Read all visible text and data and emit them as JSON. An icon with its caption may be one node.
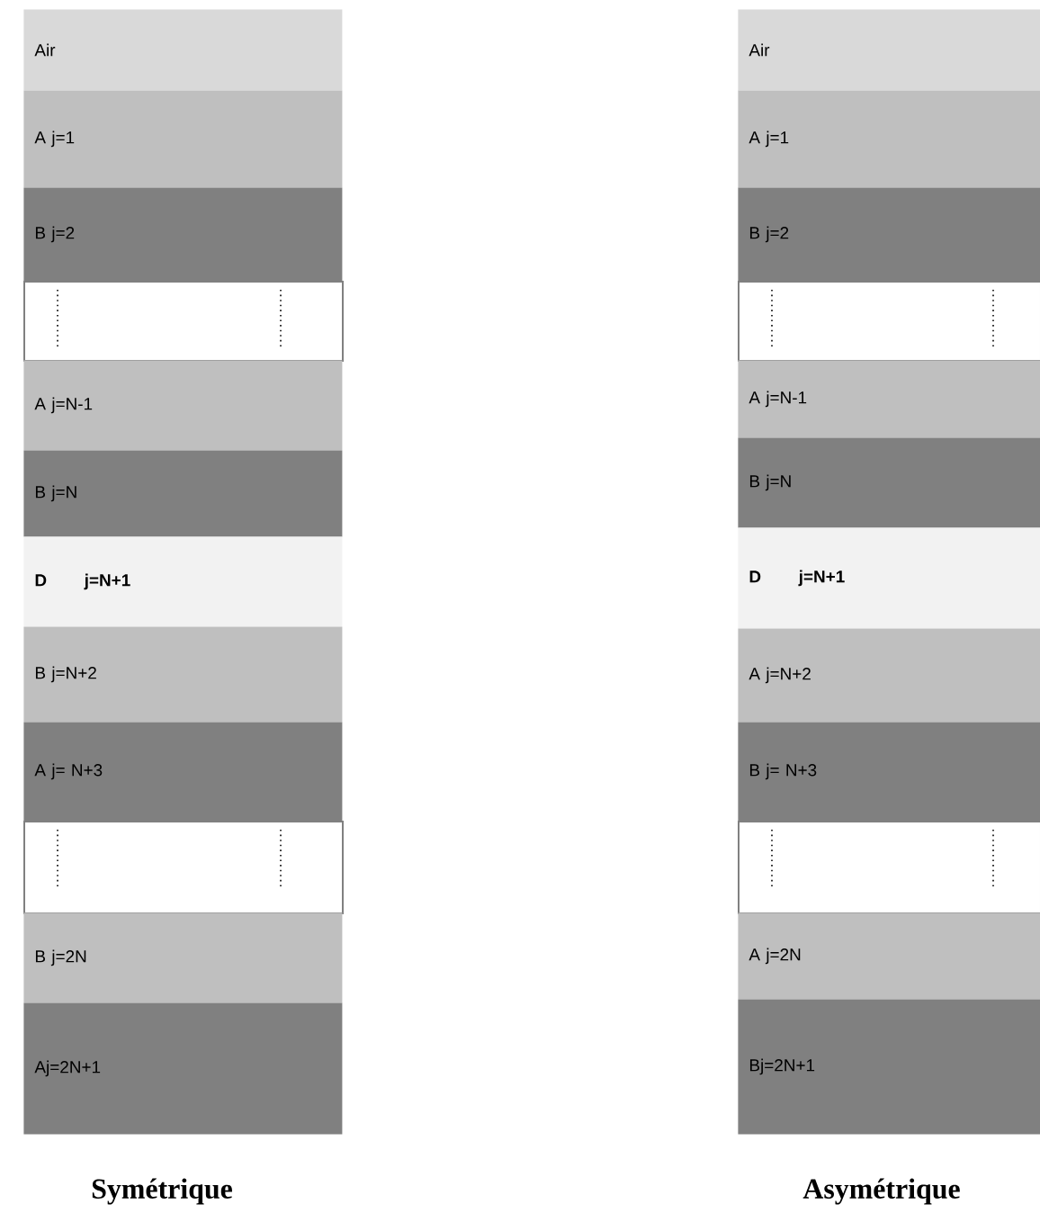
{
  "diagram": {
    "nodes": [
      {
        "text": [
          "Air"
        ]
      },
      {
        "text": [
          "A j=1"
        ]
      },
      {
        "text": [
          "B j=2"
        ]
      },
      {
        "text": [],
        "shape": "box"
      },
      {
        "text": [
          "A j=N-1"
        ]
      },
      {
        "text": [
          "B j=N"
        ]
      },
      {
        "text": [
          "D j=N+1"
        ]
      },
      {
        "text": [
          "B j=N+2"
        ]
      },
      {
        "text": [
          "A j= N+3"
        ]
      },
      {
        "text": [],
        "shape": "box"
      },
      {
        "text": [
          "B j=2N"
        ]
      },
      {
        "text": [
          "Aj=2N+1"
        ]
      },
      {
        "text": [
          "Air"
        ]
      },
      {
        "text": [
          "A j=1"
        ]
      },
      {
        "text": [
          "B j=2"
        ]
      },
      {
        "text": [],
        "shape": "box"
      },
      {
        "text": [
          "A j=N-1"
        ]
      },
      {
        "text": [
          "B j=N"
        ]
      },
      {
        "text": [
          "D j=N+1"
        ]
      },
      {
        "text": [
          "A j=N+2"
        ]
      },
      {
        "text": [
          "B j= N+3"
        ]
      },
      {
        "text": [],
        "shape": "box"
      },
      {
        "text": [
          "A j=2N"
        ]
      },
      {
        "text": [
          "Bj=2N+1"
        ]
      }
    ],
    "labels": [
      "Symétrique",
      "Asymétrique"
    ]
  }
}
